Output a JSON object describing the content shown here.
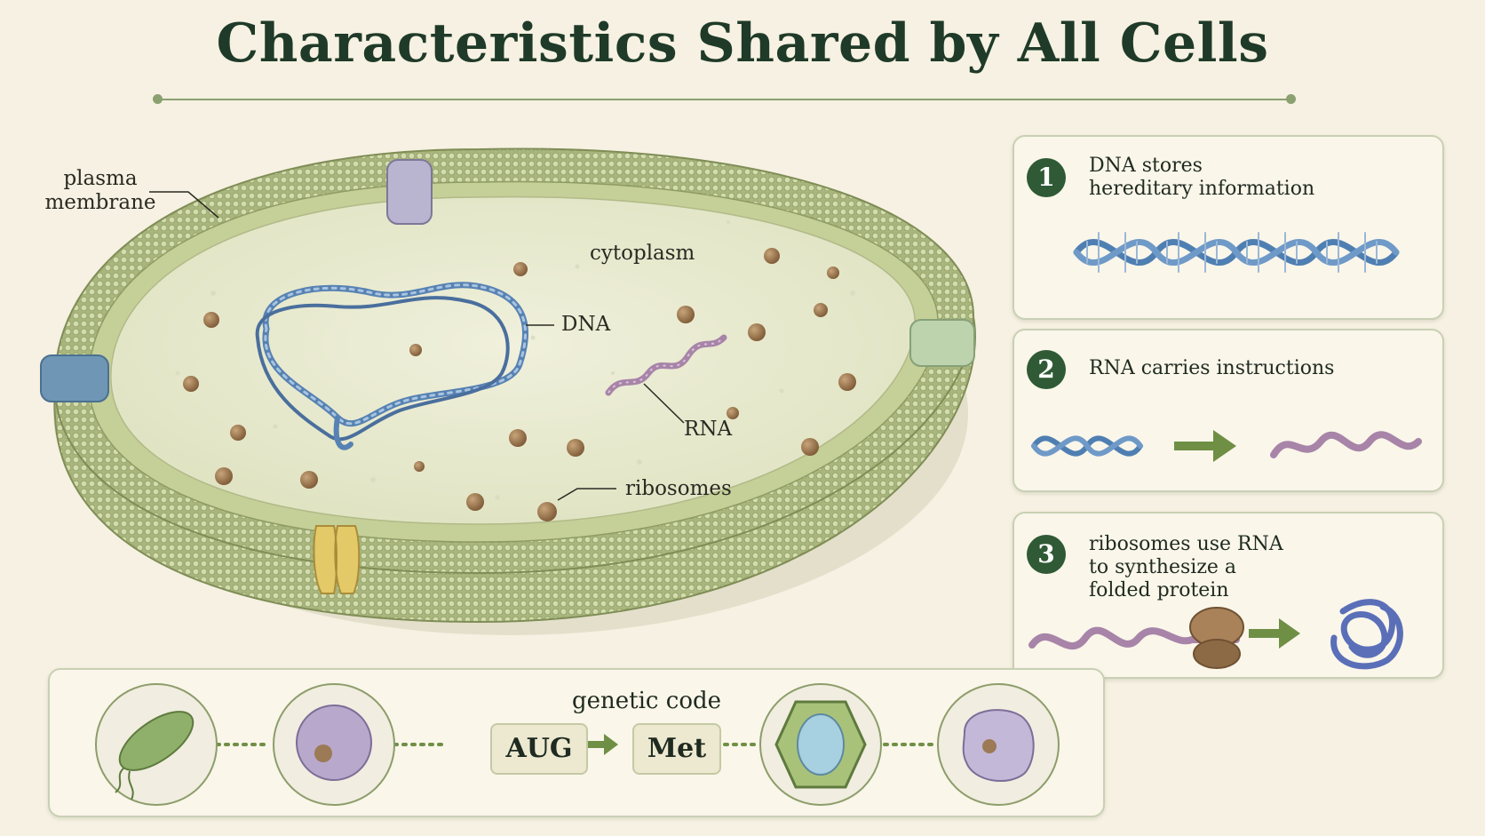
{
  "title": "Characteristics Shared by All Cells",
  "cell_labels": {
    "plasma_membrane": "plasma\nmembrane",
    "cytoplasm": "cytoplasm",
    "dna": "DNA",
    "rna": "RNA",
    "ribosomes": "ribosomes"
  },
  "panels": [
    {
      "number": "1",
      "text": "DNA stores\nhereditary information"
    },
    {
      "number": "2",
      "text": "RNA carries instructions"
    },
    {
      "number": "3",
      "text": "ribosomes use RNA\nto synthesize a\nfolded protein"
    }
  ],
  "genetic_code": {
    "label": "genetic code",
    "codon": "AUG",
    "amino_acid": "Met"
  },
  "colors": {
    "title": "#1f3a28",
    "membrane": "#a9b77e",
    "cytoplasm": "#e8ead2",
    "dna": "#4f7fb2",
    "rna": "#a784a8",
    "ribosome": "#8c6a45",
    "badge": "#2f5a35",
    "arrow": "#6f8f45"
  },
  "icons": [
    "bacterium-icon",
    "animal-cell-icon",
    "plant-cell-icon",
    "amoeba-cell-icon",
    "arrow-right-icon"
  ]
}
